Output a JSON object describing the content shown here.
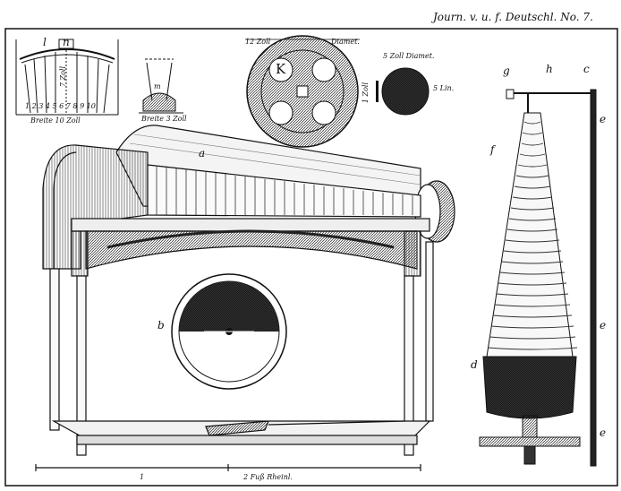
{
  "header": {
    "journal_caption": "Journ. v. u. f. Deutschl. No. 7."
  },
  "figures": {
    "profile": {
      "label_l": "l",
      "label_n": "n",
      "numbers": "1 2 3 4 5 6 7 8 9 10",
      "width_caption": "Breite 10 Zoll",
      "height_caption": "7 Zoll"
    },
    "bowl_small": {
      "label_m": "m",
      "width_caption": "Breite 3 Zoll"
    },
    "disc_large": {
      "label_k": "K",
      "size_caption": "12 Zoll",
      "diameter_caption": "Diamet."
    },
    "disc_small": {
      "size_caption": "5 Zoll Diamet.",
      "side_caption": "1 Zoll",
      "right_caption": "5 Lin."
    },
    "machine": {
      "label_a": "a",
      "label_b": "b",
      "label_c": "c"
    },
    "spindle": {
      "label_d": "d",
      "label_e": "e",
      "label_f": "f",
      "label_g": "g",
      "label_h": "h"
    }
  },
  "scale_bar": {
    "mark_1": "1",
    "mark_2": "2 Fuß Rheinl."
  }
}
